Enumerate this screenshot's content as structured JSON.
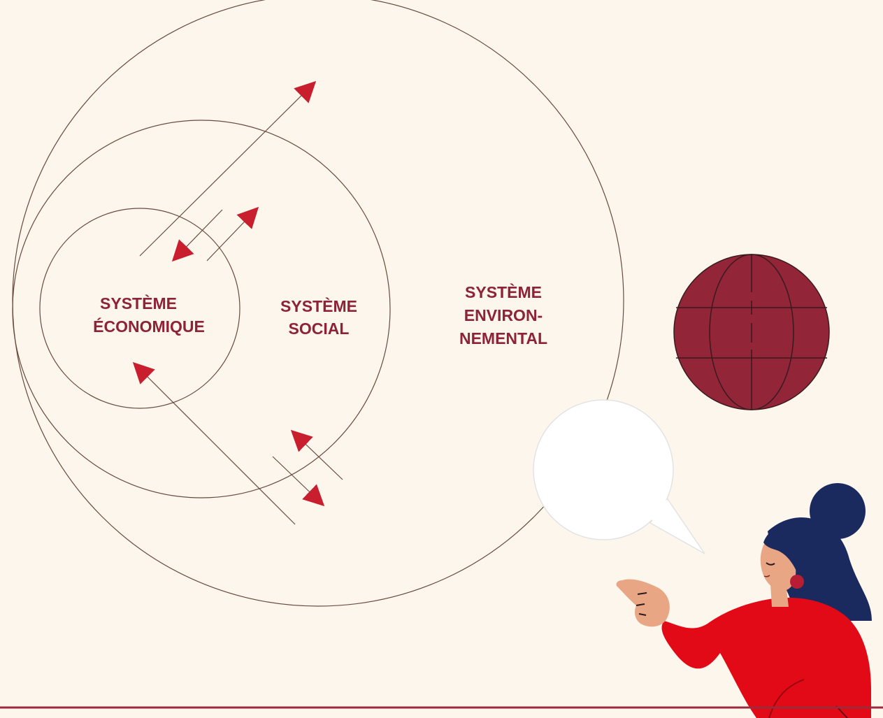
{
  "colors": {
    "background": "#fcf6ed",
    "label": "#8e2236",
    "arrow": "#c81e2d",
    "circle_stroke": "#6b4a3e",
    "globe": "#922537",
    "bottom_rule": "#9c2a3a",
    "sweater": "#e20a17",
    "hair": "#1b2a5e",
    "skin": "#e9a684"
  },
  "systems": {
    "economic": {
      "line1": "SYSTÈME",
      "line2": "ÉCONOMIQUE"
    },
    "social": {
      "line1": "SYSTÈME",
      "line2": "SOCIAL"
    },
    "environmental": {
      "line1": "SYSTÈME",
      "line2": "ENVIRON-",
      "line3": "NEMENTAL"
    }
  },
  "icons": {
    "globe": "globe-icon",
    "speech_bubble": "speech-bubble-icon",
    "character": "pointing-woman-illustration"
  }
}
